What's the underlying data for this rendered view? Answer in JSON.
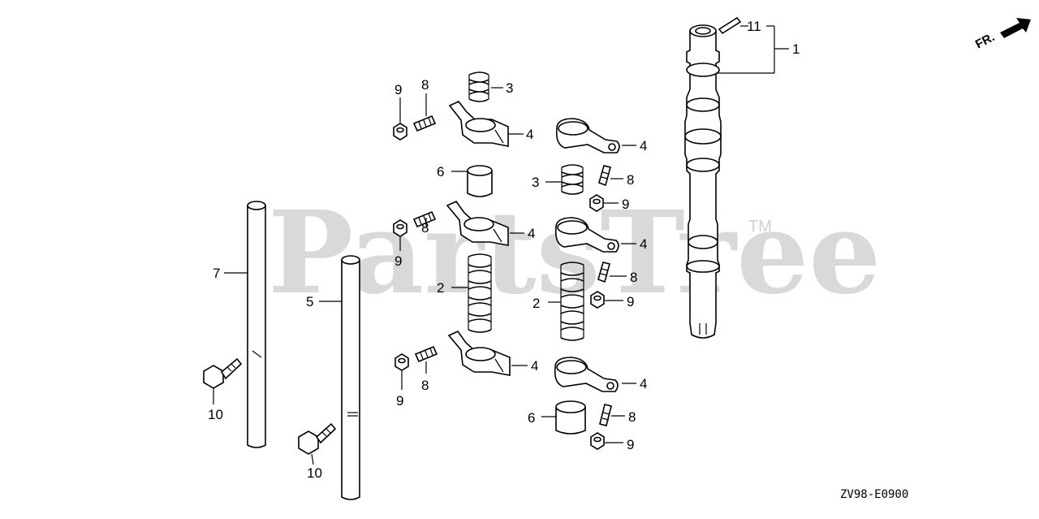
{
  "watermark": {
    "text": "PartsTree",
    "trademark": "TM"
  },
  "direction_label": "FR.",
  "diagram_code": "ZV98-E0900",
  "callouts": {
    "c1": "1",
    "c2a": "2",
    "c2b": "2",
    "c3a": "3",
    "c3b": "3",
    "c4a": "4",
    "c4b": "4",
    "c4c": "4",
    "c4d": "4",
    "c4e": "4",
    "c4f": "4",
    "c5": "5",
    "c6a": "6",
    "c6b": "6",
    "c7": "7",
    "c8a": "8",
    "c8b": "8",
    "c8c": "8",
    "c8d": "8",
    "c8e": "8",
    "c8f": "8",
    "c9a": "9",
    "c9b": "9",
    "c9c": "9",
    "c9d": "9",
    "c9e": "9",
    "c9f": "9",
    "c10a": "10",
    "c10b": "10",
    "c11": "11"
  }
}
